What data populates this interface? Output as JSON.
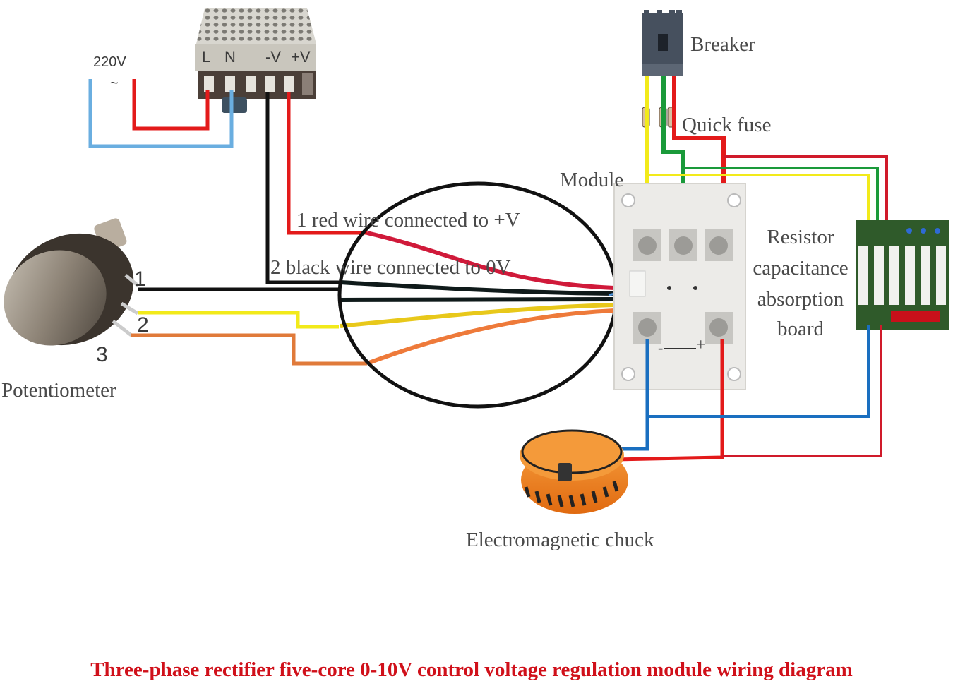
{
  "title": "Three-phase rectifier five-core 0-10V control voltage regulation module wiring diagram",
  "colors": {
    "red_wire": "#e31a1a",
    "blue_wire": "#3b8fd4",
    "light_blue_wire": "#6aaee0",
    "black_wire": "#111111",
    "yellow_wire": "#f2ea1a",
    "green_wire": "#1a9a3a",
    "orange_wire": "#e07a3a",
    "caption": "#d0101a",
    "label_text": "#4a4a4a"
  },
  "power_supply": {
    "input_label": "220V",
    "ac_symbol": "~",
    "terminals": [
      "L",
      "N",
      "-V",
      "+V"
    ]
  },
  "breaker": {
    "label": "Breaker"
  },
  "fuse": {
    "label": "Quick fuse"
  },
  "module": {
    "label": "Module",
    "dc_minus": "-",
    "dc_plus": "+"
  },
  "absorption_board": {
    "label_lines": [
      "Resistor",
      "capacitance",
      "absorption",
      "board"
    ]
  },
  "potentiometer": {
    "label": "Potentiometer",
    "pins": [
      "1",
      "2",
      "3"
    ]
  },
  "annotations": {
    "red_wire_note": "1 red wire connected to +V",
    "black_wire_note": "2 black wire connected to 0V"
  },
  "load": {
    "label": "Electromagnetic chuck"
  }
}
